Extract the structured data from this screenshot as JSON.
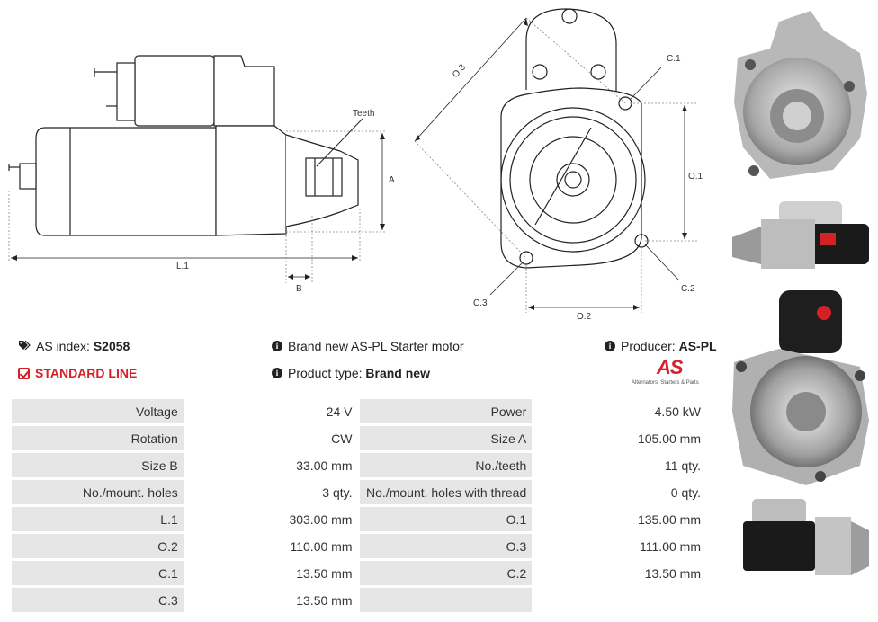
{
  "drawing": {
    "labels": {
      "teeth": "Teeth",
      "a": "A",
      "l1": "L.1",
      "b": "B",
      "o3": "O.3",
      "c1": "C.1",
      "o1": "O.1",
      "c2": "C.2",
      "c3": "C.3",
      "o2": "O.2"
    }
  },
  "info": {
    "as_index_label": "AS index:",
    "as_index_value": "S2058",
    "standard_line": "STANDARD LINE",
    "brand_new_text": "Brand new AS-PL Starter motor",
    "product_type_label": "Product type:",
    "product_type_value": "Brand new",
    "producer_label": "Producer:",
    "producer_value": "AS-PL"
  },
  "brand": {
    "logo_text": "AS",
    "tagline": "Alternators, Starters & Parts"
  },
  "specs": [
    {
      "l1": "Voltage",
      "v1": "24 V",
      "l2": "Power",
      "v2": "4.50 kW"
    },
    {
      "l1": "Rotation",
      "v1": "CW",
      "l2": "Size A",
      "v2": "105.00 mm"
    },
    {
      "l1": "Size B",
      "v1": "33.00 mm",
      "l2": "No./teeth",
      "v2": "11 qty."
    },
    {
      "l1": "No./mount. holes",
      "v1": "3 qty.",
      "l2": "No./mount. holes with thread",
      "v2": "0 qty."
    },
    {
      "l1": "L.1",
      "v1": "303.00 mm",
      "l2": "O.1",
      "v2": "135.00 mm"
    },
    {
      "l1": "O.2",
      "v1": "110.00 mm",
      "l2": "O.3",
      "v2": "111.00 mm"
    },
    {
      "l1": "C.1",
      "v1": "13.50 mm",
      "l2": "C.2",
      "v2": "13.50 mm"
    },
    {
      "l1": "C.3",
      "v1": "13.50 mm",
      "l2": "",
      "v2": ""
    }
  ],
  "colors": {
    "accent": "#d42027",
    "label_bg": "#e6e6e6"
  }
}
